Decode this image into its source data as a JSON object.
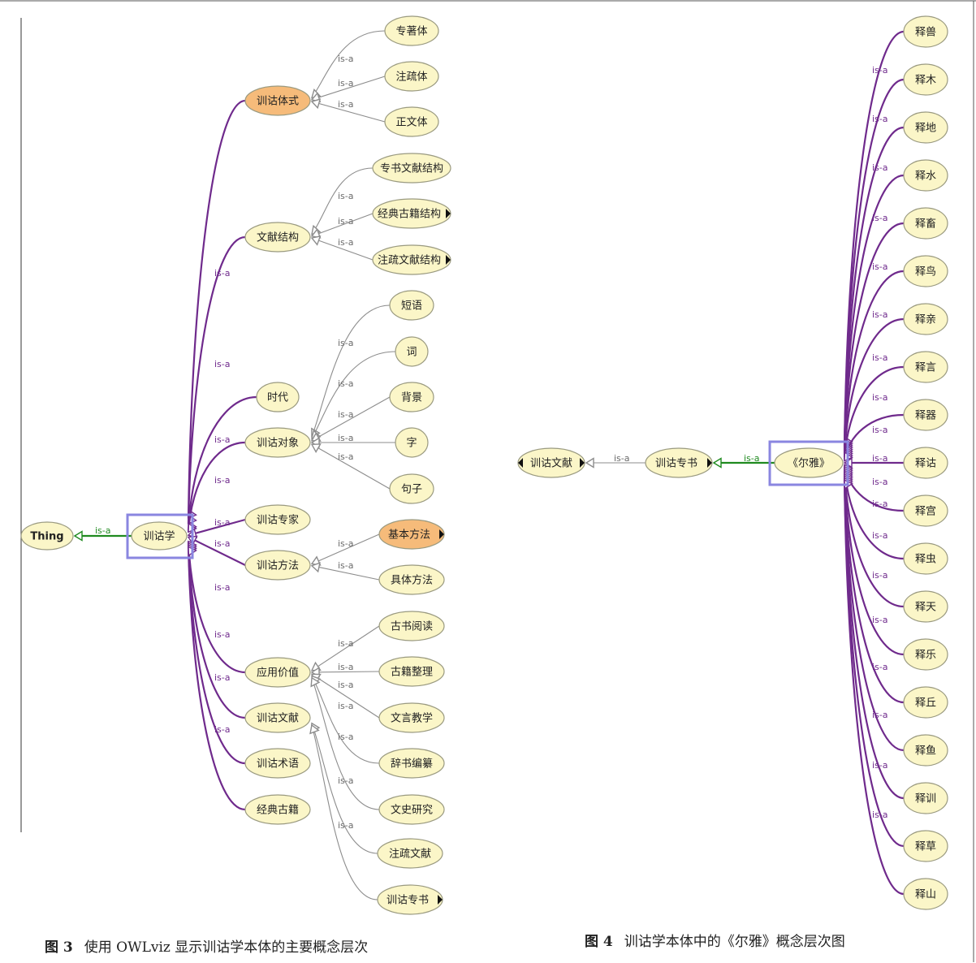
{
  "colors": {
    "node_fill": "#fbf6c8",
    "node_highlight_fill": "#f6bb7a",
    "node_stroke": "#9a9a80",
    "edge_gray": "#8c8c8c",
    "edge_purple": "#6f2a8c",
    "edge_green": "#1f8a1f",
    "label_gray": "#6a6a6a",
    "label_purple": "#6f2a8c",
    "label_green": "#1f8a1f",
    "selection_box": "#8a86e0"
  },
  "edge_label": "is-a",
  "figure3": {
    "caption_number": "图 3",
    "caption_text": "使用 OWLviz 显示训诂学本体的主要概念层次",
    "nodes": {
      "thing": "Thing",
      "xungu": "训诂学",
      "tishi": "训诂体式",
      "zhuanzhu": "专著体",
      "zhushu": "注疏体",
      "zhengwen": "正文体",
      "wenxian_jiegou": "文献结构",
      "zhuanshu_jiegou": "专书文献结构",
      "jingdian_jiegou": "经典古籍结构",
      "zhushu_jiegou": "注疏文献结构",
      "shidai": "时代",
      "duixiang": "训诂对象",
      "duanyu": "短语",
      "ci": "词",
      "beijing": "背景",
      "zi": "字",
      "juzi": "句子",
      "zhuanjia": "训诂专家",
      "fangfa": "训诂方法",
      "jiben": "基本方法",
      "juti": "具体方法",
      "yingyong": "应用价值",
      "gushu": "古书阅读",
      "guji_zhengli": "古籍整理",
      "wenyan": "文言教学",
      "cishu": "辞书编纂",
      "wenshi": "文史研究",
      "zhushu_wenxian": "注疏文献",
      "zhuanshu": "训诂专书",
      "xungu_wenxian": "训诂文献",
      "shuyu": "训诂术语",
      "jingdian": "经典古籍"
    }
  },
  "figure4": {
    "caption_number": "图 4",
    "caption_text": "训诂学本体中的《尔雅》概念层次图",
    "nodes": {
      "wenxian": "训诂文献",
      "zhuanshu": "训诂专书",
      "erya": "《尔雅》",
      "c0": "释兽",
      "c1": "释木",
      "c2": "释地",
      "c3": "释水",
      "c4": "释畜",
      "c5": "释鸟",
      "c6": "释亲",
      "c7": "释言",
      "c8": "释器",
      "c9": "释诂",
      "c10": "释宫",
      "c11": "释虫",
      "c12": "释天",
      "c13": "释乐",
      "c14": "释丘",
      "c15": "释鱼",
      "c16": "释训",
      "c17": "释草",
      "c18": "释山"
    }
  }
}
